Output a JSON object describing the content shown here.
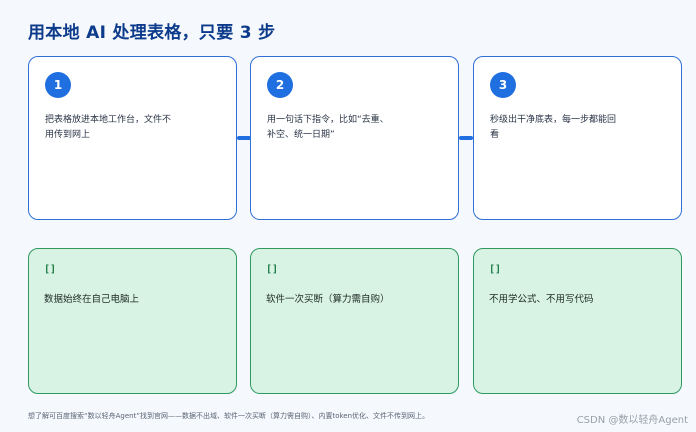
{
  "title": "用本地 AI 处理表格，只要 3 步",
  "steps": [
    {
      "num": "1",
      "text": "把表格放进本地工作台，文件不用传到网上"
    },
    {
      "num": "2",
      "text": "用一句话下指令，比如“去重、补空、统一日期”"
    },
    {
      "num": "3",
      "text": "秒级出干净底表，每一步都能回看"
    }
  ],
  "features": [
    {
      "icon": "[]",
      "text": "数据始终在自己电脑上"
    },
    {
      "icon": "[]",
      "text": "软件一次买断（算力需自购）"
    },
    {
      "icon": "[]",
      "text": "不用学公式、不用写代码"
    }
  ],
  "footer": "想了解可百度搜索“数以轻舟Agent”找到官网——数据不出域、软件一次买断（算力需自购）、内置token优化、文件不传到网上。",
  "watermark": "CSDN @数以轻舟Agent",
  "colors": {
    "accent": "#1f6fe0",
    "title": "#0d3b8c",
    "step_border": "#2f6fd6",
    "feature_bg": "#d8f3e4",
    "feature_border": "#2e9a5e"
  }
}
